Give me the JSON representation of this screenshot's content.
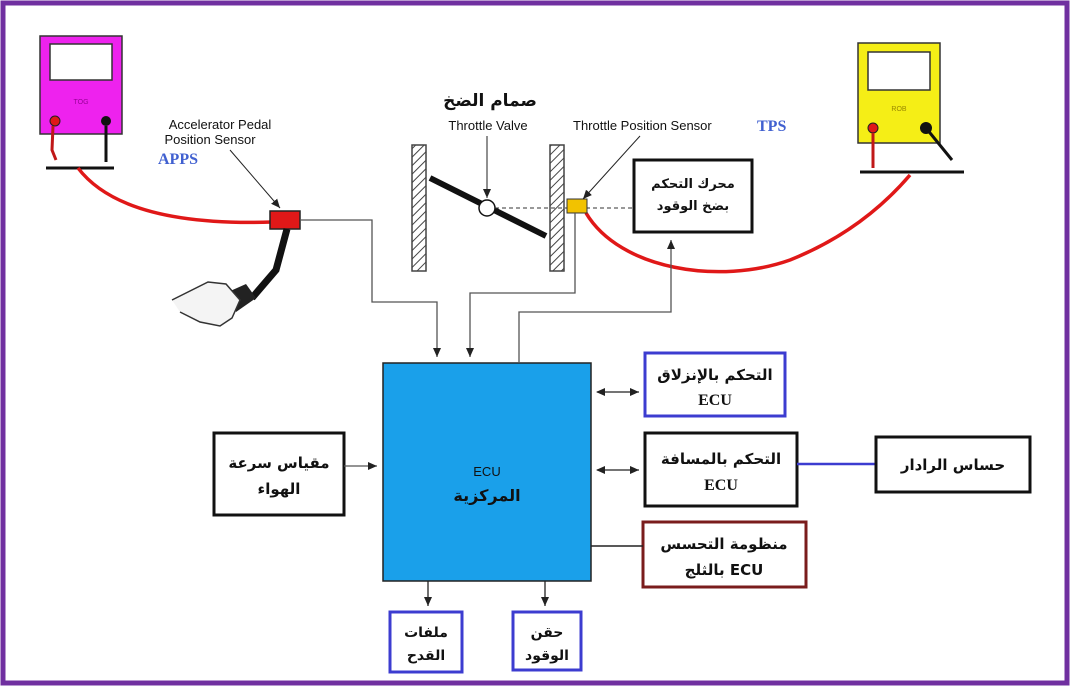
{
  "meters": {
    "left": {
      "screen_text": "TOG",
      "body_color": "#ee22ee"
    },
    "right": {
      "screen_text": "ROB",
      "body_color": "#f5ee16"
    }
  },
  "throttle": {
    "title_ar": "صمام الضخ",
    "valve_label": "Throttle Valve",
    "tps_label": "Throttle Position Sensor",
    "tps_abbr": "TPS"
  },
  "apps": {
    "line1": "Accelerator Pedal",
    "line2": "Position Sensor",
    "abbr": "APPS"
  },
  "motor_box": {
    "line1": "محرك التحكم",
    "line2": "بضخ الوقود"
  },
  "ecu": {
    "line1": "ECU",
    "line2": "المركزية",
    "color": "#1aa0ea"
  },
  "air_meter": {
    "line1": "مقياس سرعة",
    "line2": "الهواء"
  },
  "traction": {
    "line1": "التحكم بالإنزلاق",
    "line2": "ECU"
  },
  "cruise": {
    "line1": "التحكم بالمسافة",
    "line2": "ECU"
  },
  "radar": {
    "label": "حساس الرادار"
  },
  "snow": {
    "line1": "منظومة التحسس",
    "line2": "بالثلج  ECU"
  },
  "ignition": {
    "line1": "ملفات",
    "line2": "القدح"
  },
  "injection": {
    "line1": "حقن",
    "line2": "الوقود"
  },
  "colors": {
    "frame": "#7030a0",
    "blue_box": "#3c3cd0",
    "maroon_box": "#7a1c1c",
    "wire": "#e01818",
    "line": "#555555"
  }
}
